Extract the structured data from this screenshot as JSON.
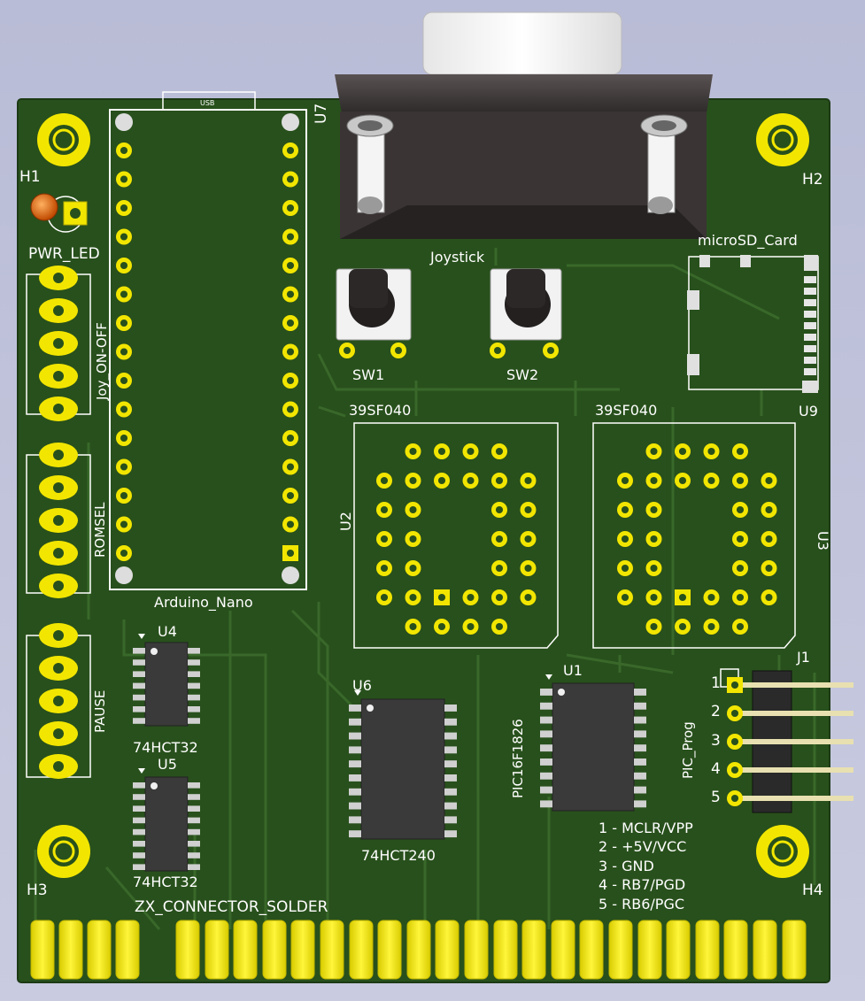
{
  "colors": {
    "background": "#bfc2dc",
    "board": "#28501c",
    "trace": "#3a6a2a",
    "silkscreen": "#ffffff",
    "pad_gold": "#f2e600",
    "ic_body": "#3a3a3a",
    "pin_silver": "#d0d0d0",
    "led": "#d95f0e",
    "connector_body": "#4a4444"
  },
  "labels": {
    "usb": "USB",
    "u7": "U7",
    "h1": "H1",
    "h2": "H2",
    "h3": "H3",
    "h4": "H4",
    "pwr_led": "PWR_LED",
    "joy_on_off": "Joy_ON-OFF",
    "romsel": "ROMSEL",
    "pause": "PAUSE",
    "arduino_nano": "Arduino_Nano",
    "joystick": "Joystick",
    "sw1": "SW1",
    "sw2": "SW2",
    "microsd": "microSD_Card",
    "u9": "U9",
    "u2_part": "39SF040",
    "u3_part": "39SF040",
    "u2": "U2",
    "u3": "U3",
    "u4": "U4",
    "u5": "U5",
    "u4_part": "74HCT32",
    "u5_part": "74HCT32",
    "u6": "U6",
    "u6_part": "74HCT240",
    "u1": "U1",
    "u1_part": "PIC16F1826",
    "j1": "J1",
    "pic_prog": "PIC_Prog",
    "zx_connector": "ZX_CONNECTOR_SOLDER"
  },
  "pin_numbers": [
    "1",
    "2",
    "3",
    "4",
    "5"
  ],
  "pinout": [
    "1 - MCLR/VPP",
    "2 - +5V/VCC",
    "3 - GND",
    "4 - RB7/PGD",
    "5 - RB6/PGC"
  ]
}
